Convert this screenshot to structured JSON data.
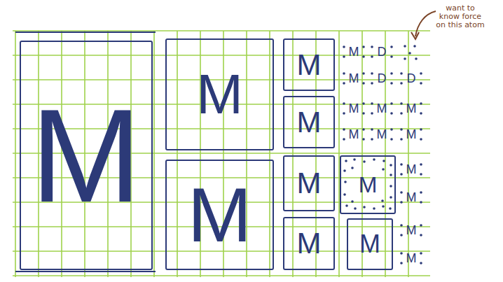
{
  "diagram": {
    "nodes": [
      {
        "text": [
          "M"
        ]
      },
      {
        "text": [
          "M"
        ]
      },
      {
        "text": [
          "M"
        ]
      },
      {
        "text": [
          "M"
        ]
      },
      {
        "text": [
          "M"
        ]
      },
      {
        "text": [
          "M"
        ]
      },
      {
        "text": [
          "M"
        ]
      },
      {
        "text": [
          "M"
        ]
      },
      {
        "text": [
          "D"
        ]
      },
      {
        "text": [
          "M"
        ]
      },
      {
        "text": [
          "D"
        ]
      },
      {
        "text": [
          "D"
        ]
      },
      {
        "text": [
          "M"
        ]
      },
      {
        "text": [
          "M"
        ]
      },
      {
        "text": [
          "M"
        ]
      },
      {
        "text": [
          "M"
        ]
      },
      {
        "text": [
          "M"
        ]
      },
      {
        "text": [
          "M"
        ]
      },
      {
        "text": [
          "M"
        ]
      },
      {
        "text": [
          "M"
        ]
      },
      {
        "text": [
          "M"
        ]
      },
      {
        "text": [
          "M"
        ]
      },
      {
        "text": [
          "M"
        ]
      },
      {
        "text": [
          "M"
        ]
      }
    ],
    "labels": [
      "want to know force on this atom"
    ]
  }
}
